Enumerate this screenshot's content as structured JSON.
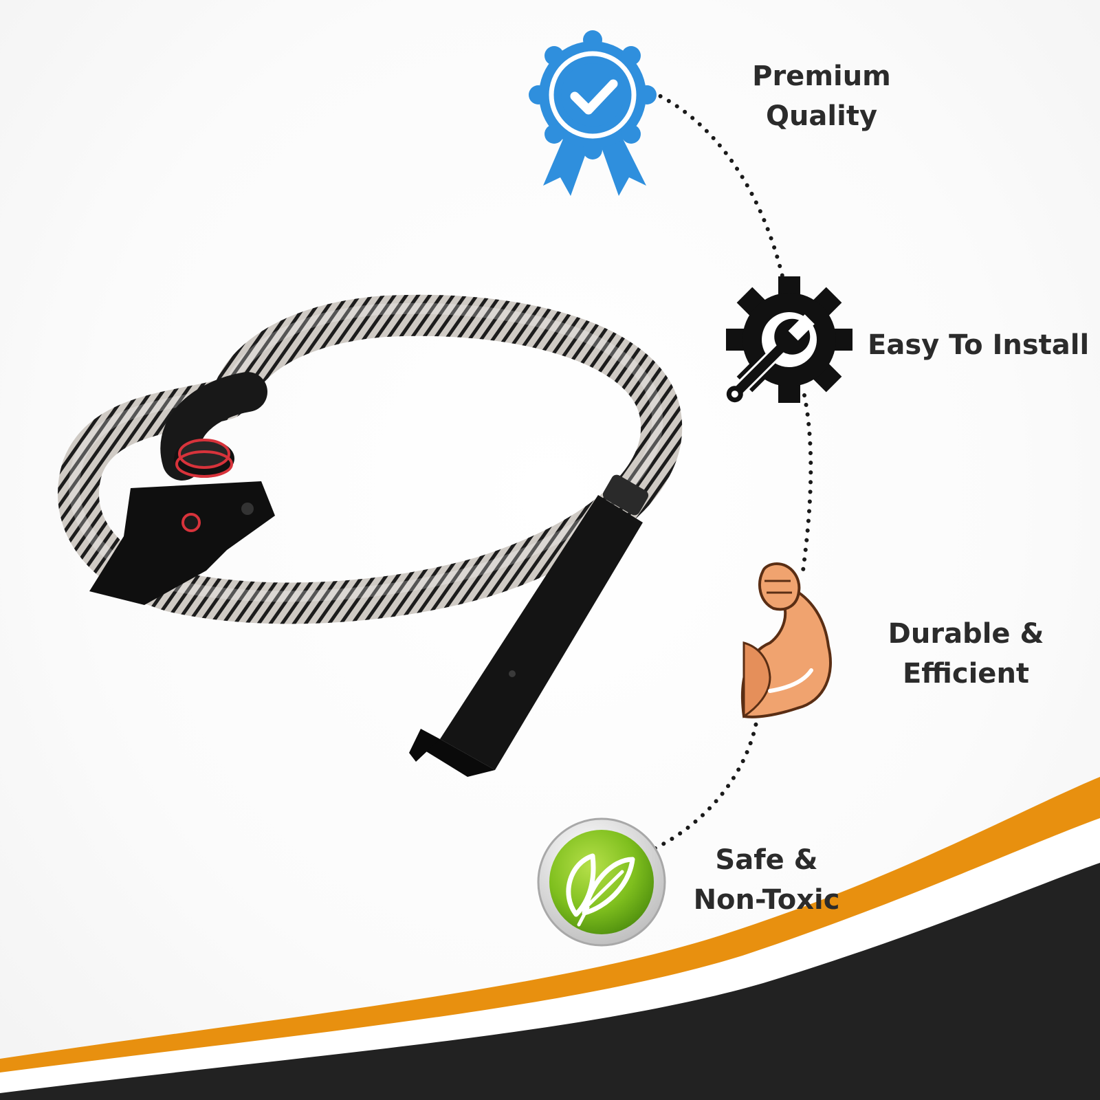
{
  "features": [
    {
      "label": "Premium\nQuality",
      "icon": "quality-badge-icon"
    },
    {
      "label": "Easy To Install",
      "icon": "gear-wrench-icon"
    },
    {
      "label": "Durable &\nEfficient",
      "icon": "flexed-arm-icon"
    },
    {
      "label": "Safe &\nNon-Toxic",
      "icon": "leaf-icon"
    }
  ],
  "colors": {
    "badge_blue": "#2f8fdd",
    "orange_band": "#e8900f",
    "dark_band": "#222222",
    "leaf_green": "#7fbf1e",
    "skin": "#f0a36f"
  }
}
